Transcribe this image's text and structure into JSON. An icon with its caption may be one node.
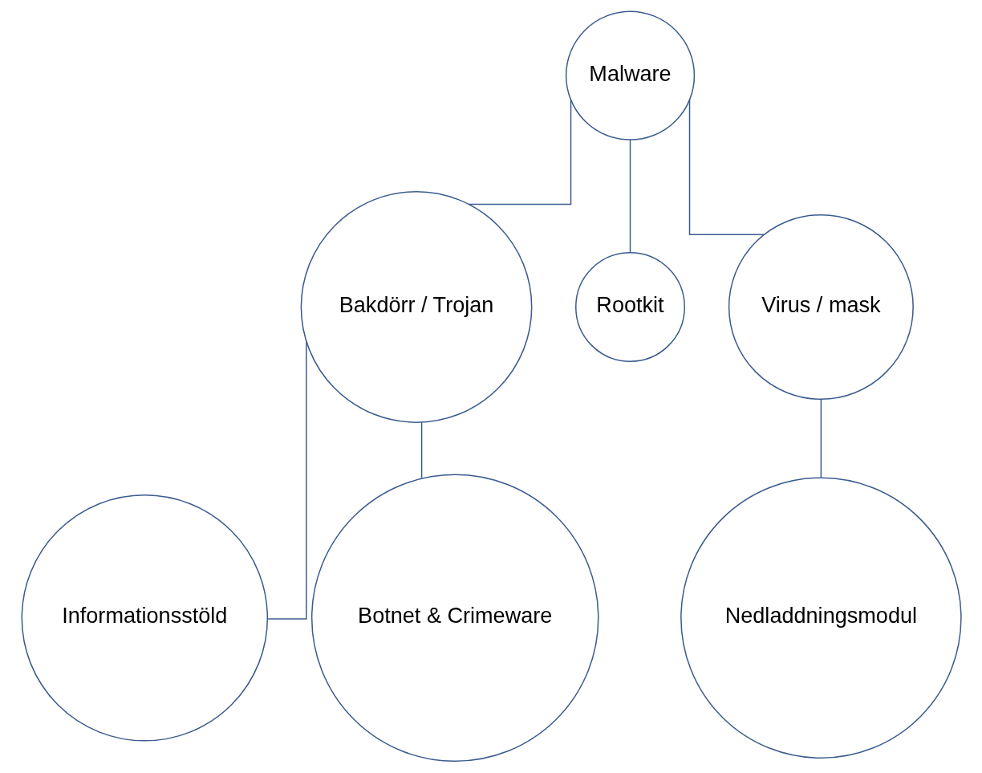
{
  "diagram": {
    "nodes": [
      {
        "text": [
          "Malware"
        ]
      },
      {
        "text": [
          "Bakdörr / Trojan"
        ]
      },
      {
        "text": [
          "Rootkit"
        ]
      },
      {
        "text": [
          "Virus / mask"
        ]
      },
      {
        "text": [
          "Informationsstöld"
        ]
      },
      {
        "text": [
          "Nedladdningsmodul"
        ]
      },
      {
        "text": [
          "Botnet & Crimeware"
        ]
      }
    ],
    "edges": [
      {
        "from": 0,
        "to": 1,
        "arrow": "none"
      },
      {
        "from": 0,
        "to": 2,
        "arrow": "none"
      },
      {
        "from": 0,
        "to": 3,
        "arrow": "none"
      },
      {
        "from": 1,
        "to": 4,
        "arrow": "none"
      },
      {
        "from": 1,
        "to": 6,
        "arrow": "none"
      },
      {
        "from": 3,
        "to": 5,
        "arrow": "none"
      }
    ]
  }
}
